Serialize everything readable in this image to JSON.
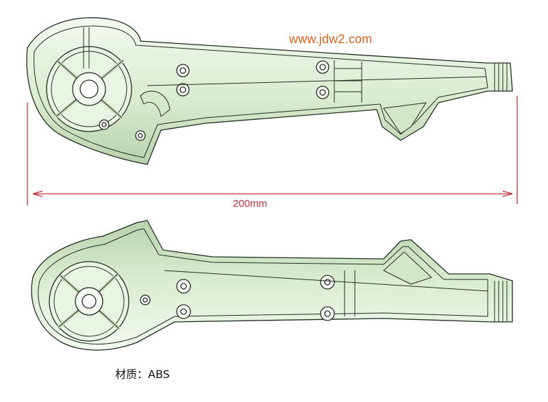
{
  "watermark": {
    "text": "www.jdw2.com",
    "color": "#e0601a"
  },
  "dimension": {
    "label": "200mm",
    "color": "#c2303c"
  },
  "material": {
    "text": "材质：ABS"
  },
  "part": {
    "fill_color": "#e6f3df",
    "outline_color": "#1f2a1f",
    "shade_color": "#b9d3ad"
  }
}
